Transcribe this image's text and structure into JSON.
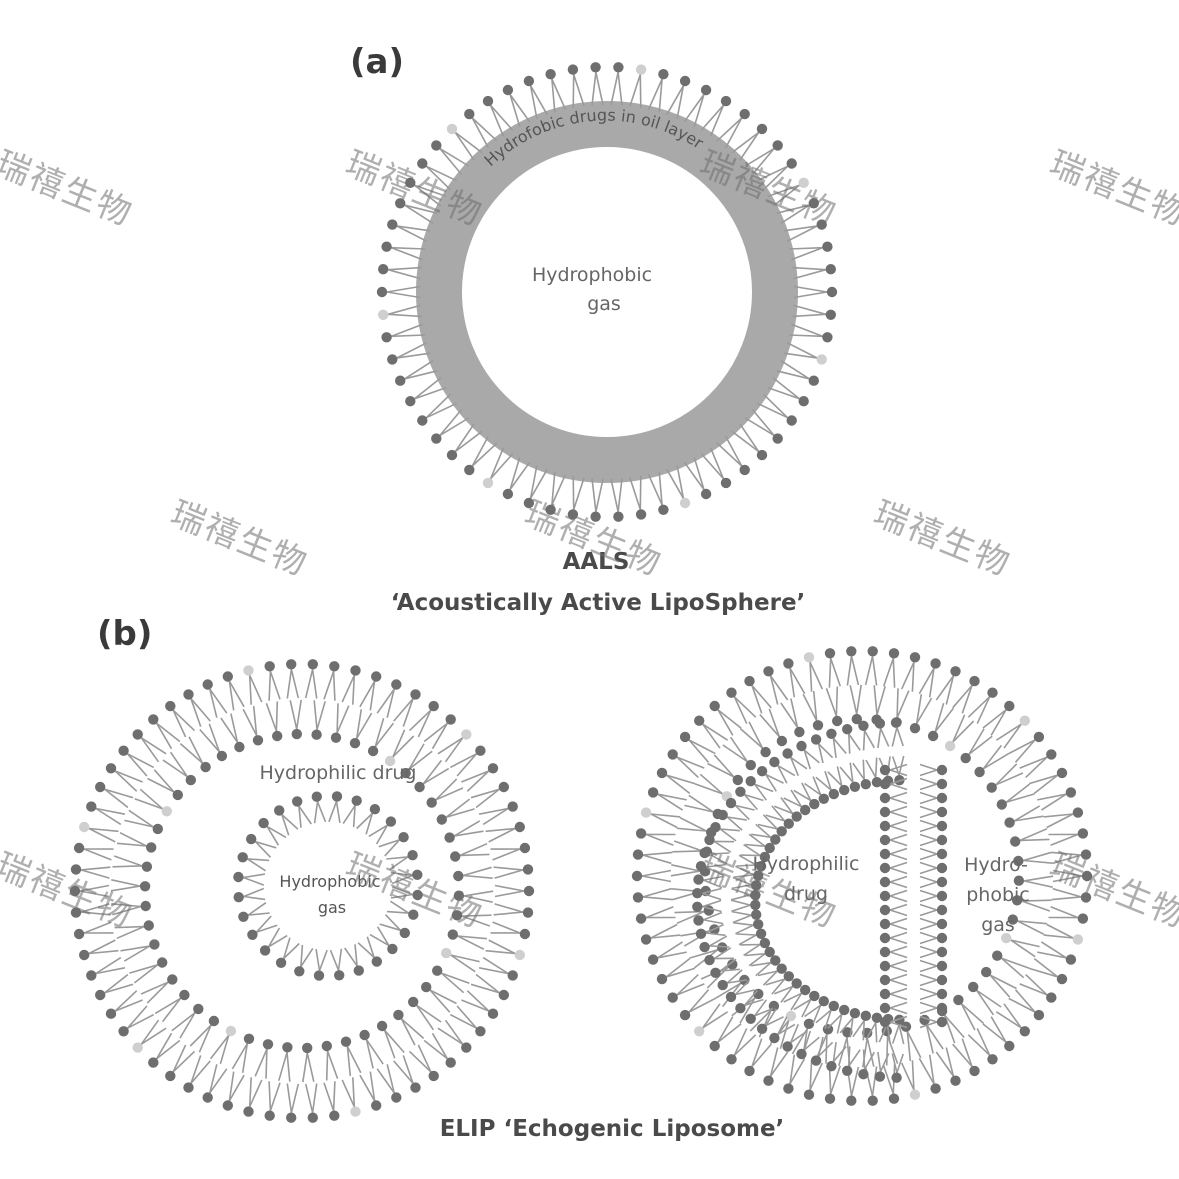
{
  "panels": {
    "a": {
      "label": "(a)",
      "oil_layer_label": "Hydrofobic drugs in oil layer",
      "core_label_line1": "Hydrophobic",
      "core_label_line2": "gas",
      "caption_line1": "AALS",
      "caption_line2": "‘Acoustically Active LipoSphere’"
    },
    "b": {
      "label": "(b)",
      "left_outer_label": "Hydrophilic drug",
      "left_core_line1": "Hydrophobic",
      "left_core_line2": "gas",
      "right_drug_line1": "Hydrophilic",
      "right_drug_line2": "drug",
      "right_gas_line1": "Hydro-",
      "right_gas_line2": "phobic",
      "right_gas_line3": "gas",
      "caption": "ELIP ‘Echogenic Liposome’"
    }
  },
  "watermark": "瑞禧生物",
  "colors": {
    "head_dark": "#6e6e6e",
    "head_light": "#cfcfcf",
    "tail": "#9a9a9a",
    "oil_layer": "#a8a8a8",
    "text": "#555555"
  }
}
